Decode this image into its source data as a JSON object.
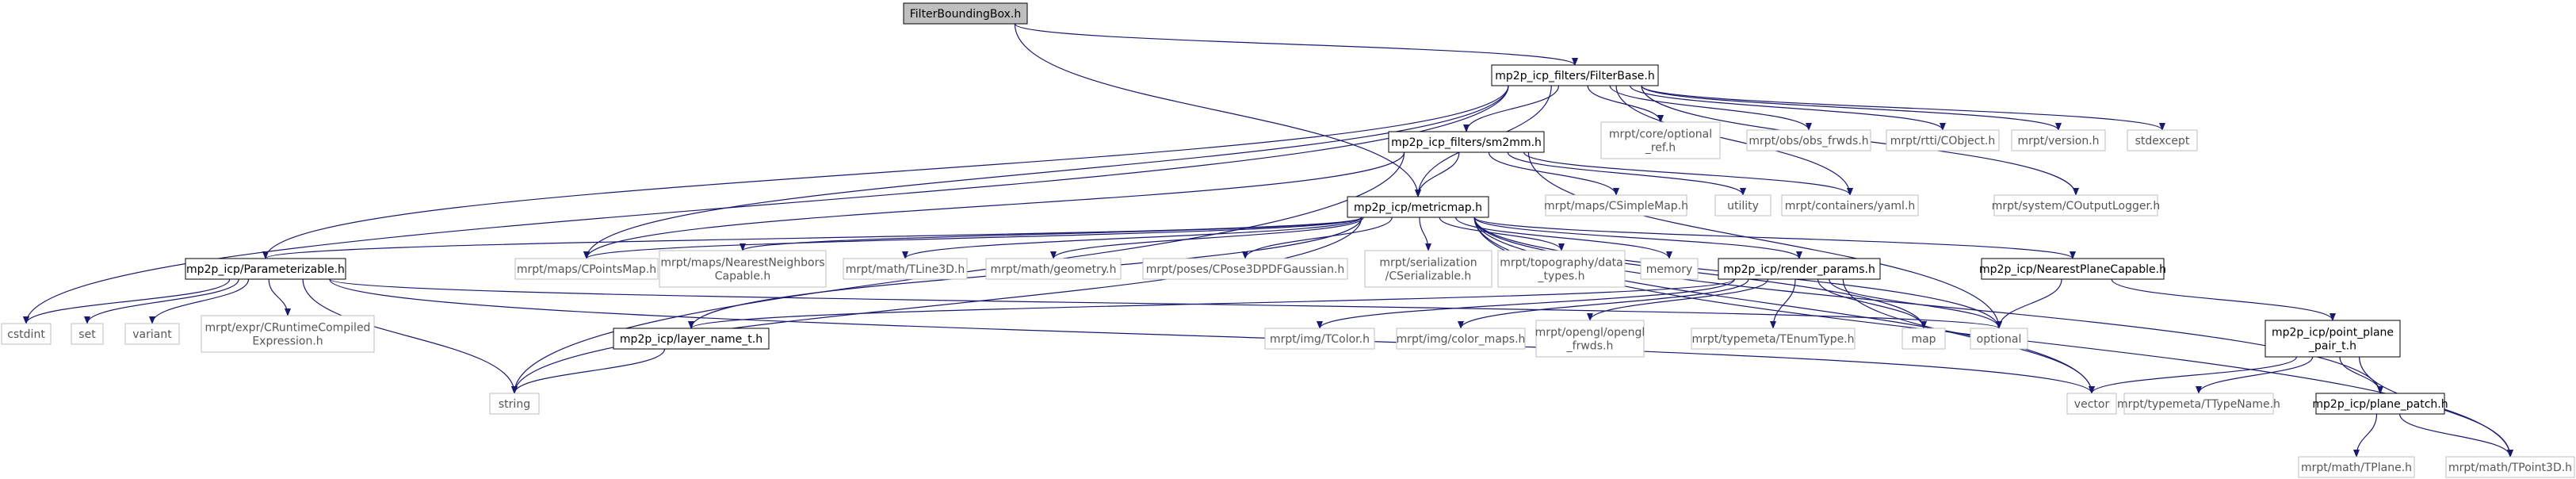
{
  "colors": {
    "edge": "#191970",
    "root_fill": "#bfbfbf",
    "root_stroke": "#000000",
    "local_fill": "#ffffff",
    "local_stroke": "#000000",
    "external_fill": "#ffffff",
    "external_stroke": "#bfbfbf"
  },
  "nodes": {
    "filterbb": {
      "label": "FilterBoundingBox.h"
    },
    "filterbase": {
      "label": "mp2p_icp_filters/FilterBase.h"
    },
    "sm2mm": {
      "label": "mp2p_icp_filters/sm2mm.h"
    },
    "metricmap": {
      "label": "mp2p_icp/metricmap.h"
    },
    "optional_ref": {
      "label": [
        "mrpt/core/optional",
        "_ref.h"
      ]
    },
    "obs_frwds": {
      "label": "mrpt/obs/obs_frwds.h"
    },
    "cobject": {
      "label": "mrpt/rtti/CObject.h"
    },
    "version": {
      "label": "mrpt/version.h"
    },
    "stdexcept": {
      "label": "stdexcept"
    },
    "csimplemap": {
      "label": "mrpt/maps/CSimpleMap.h"
    },
    "utility": {
      "label": "utility"
    },
    "yaml": {
      "label": "mrpt/containers/yaml.h"
    },
    "coutputlogger": {
      "label": "mrpt/system/COutputLogger.h"
    },
    "parameterizable": {
      "label": "mp2p_icp/Parameterizable.h"
    },
    "cpointsmap": {
      "label": "mrpt/maps/CPointsMap.h"
    },
    "nearestneighbors": {
      "label": [
        "mrpt/maps/NearestNeighbors",
        "Capable.h"
      ]
    },
    "tline3d": {
      "label": "mrpt/math/TLine3D.h"
    },
    "geometry": {
      "label": "mrpt/math/geometry.h"
    },
    "cpose3dpdfg": {
      "label": "mrpt/poses/CPose3DPDFGaussian.h"
    },
    "cserializable": {
      "label": [
        "mrpt/serialization",
        "/CSerializable.h"
      ]
    },
    "datatypes": {
      "label": [
        "mrpt/topography/data",
        "_types.h"
      ]
    },
    "memory": {
      "label": "memory"
    },
    "renderparams": {
      "label": "mp2p_icp/render_params.h"
    },
    "nearestplane": {
      "label": "mp2p_icp/NearestPlaneCapable.h"
    },
    "cstdint": {
      "label": "cstdint"
    },
    "set": {
      "label": "set"
    },
    "variant": {
      "label": "variant"
    },
    "cruntime": {
      "label": [
        "mrpt/expr/CRuntimeCompiled",
        "Expression.h"
      ]
    },
    "layername": {
      "label": "mp2p_icp/layer_name_t.h"
    },
    "string": {
      "label": "string"
    },
    "tcolor": {
      "label": "mrpt/img/TColor.h"
    },
    "colormaps": {
      "label": "mrpt/img/color_maps.h"
    },
    "openglfrwds": {
      "label": [
        "mrpt/opengl/opengl",
        "_frwds.h"
      ]
    },
    "tenumtype": {
      "label": "mrpt/typemeta/TEnumType.h"
    },
    "map": {
      "label": "map"
    },
    "optional": {
      "label": "optional"
    },
    "pointplane": {
      "label": [
        "mp2p_icp/point_plane",
        "_pair_t.h"
      ]
    },
    "vector": {
      "label": "vector"
    },
    "ttypename": {
      "label": "mrpt/typemeta/TTypeName.h"
    },
    "planepatch": {
      "label": "mp2p_icp/plane_patch.h"
    },
    "tplane": {
      "label": "mrpt/math/TPlane.h"
    },
    "tpoint3d": {
      "label": "mrpt/math/TPoint3D.h"
    }
  }
}
